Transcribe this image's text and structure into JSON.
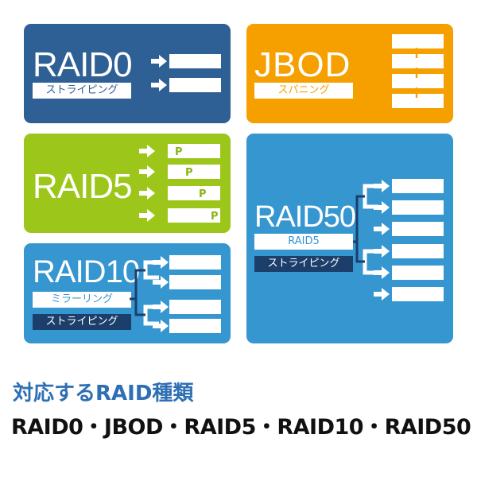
{
  "raid0": {
    "title": "RAID0",
    "label": "ストライピング",
    "color": "#2e5f95"
  },
  "jbod": {
    "title": "JBOD",
    "label": "スパニング",
    "color": "#f6a000",
    "plus": "+"
  },
  "raid5": {
    "title": "RAID5",
    "parity": "P",
    "color": "#9cc71a"
  },
  "raid10": {
    "title": "RAID10",
    "label_mirror": "ミラーリング",
    "label_stripe": "ストライピング",
    "color": "#3696cf"
  },
  "raid50": {
    "title": "RAID50",
    "label_raid5": "RAID5",
    "label_stripe": "ストライピング",
    "color": "#3696cf"
  },
  "caption": {
    "heading": "対応するRAID種類",
    "list": "RAID0・JBOD・RAID5・RAID10・RAID50",
    "heading_color": "#2e6fb4",
    "list_color": "#111111"
  }
}
